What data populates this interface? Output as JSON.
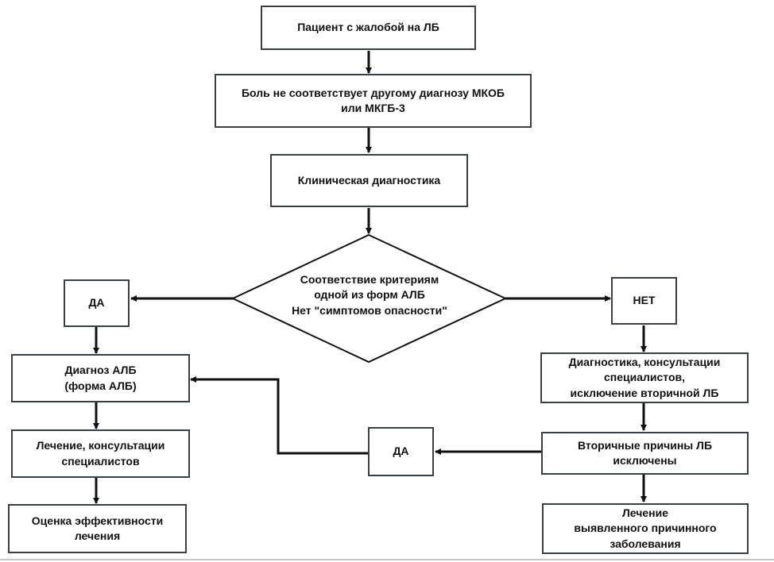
{
  "flowchart": {
    "start": "Пациент с жалобой на ЛБ",
    "exclusion": "Боль не соответствует другому диагнозу МКОБ\nили МКГБ-3",
    "clinical_diagnostics": "Клиническая диагностика",
    "decision": "Соответствие критериям\nодной из форм АЛБ\nНет \"симптомов опасности\"",
    "yes_left": "ДА",
    "no_right": "НЕТ",
    "diagnosis": "Диагноз АЛБ\n(форма АЛБ)",
    "treatment": "Лечение, консультации\nспециалистов",
    "evaluation": "Оценка эффективности\nлечения",
    "specialist_diagnostics": "Диагностика, консультации\nспециалистов,\nисключение вторичной ЛБ",
    "secondary_excluded": "Вторичные причины ЛБ\nисключены",
    "yes_middle": "ДА",
    "treat_cause": "Лечение\nвыявленного причинного\nзаболевания"
  },
  "colors": {
    "border": "#3a3f46",
    "arrow": "#111111",
    "text": "#111111",
    "background": "#ffffff"
  }
}
